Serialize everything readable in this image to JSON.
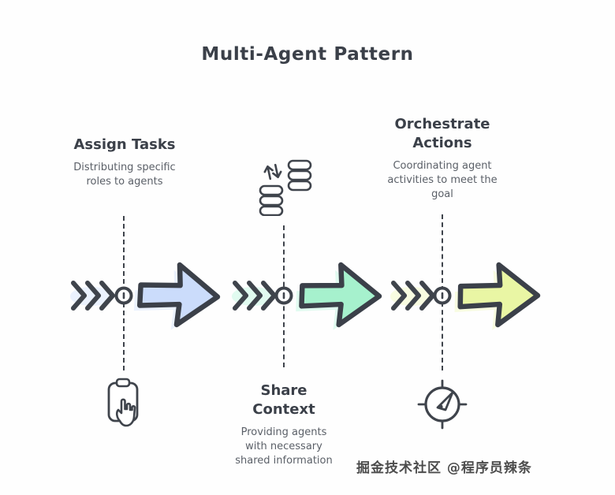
{
  "title": "Multi-Agent Pattern",
  "watermark": "掘金技术社区 @程序员辣条",
  "outline_color": "#3b4049",
  "stages": [
    {
      "heading": "Assign Tasks",
      "description": "Distributing specific roles to agents",
      "arrow_color": "#cbdcfb",
      "accent_soft": "#dbe7fd",
      "icon": "clipboard-hand-icon"
    },
    {
      "heading": "Share Context",
      "description": "Providing agents with necessary shared information",
      "arrow_color": "#a6f1cd",
      "accent_soft": "#c9f7e3",
      "icon": "database-sync-icon"
    },
    {
      "heading": "Orchestrate Actions",
      "description": "Coordinating agent activities to meet the goal",
      "arrow_color": "#e9f6a4",
      "accent_soft": "#f2fac9",
      "icon": "gauge-icon"
    }
  ]
}
